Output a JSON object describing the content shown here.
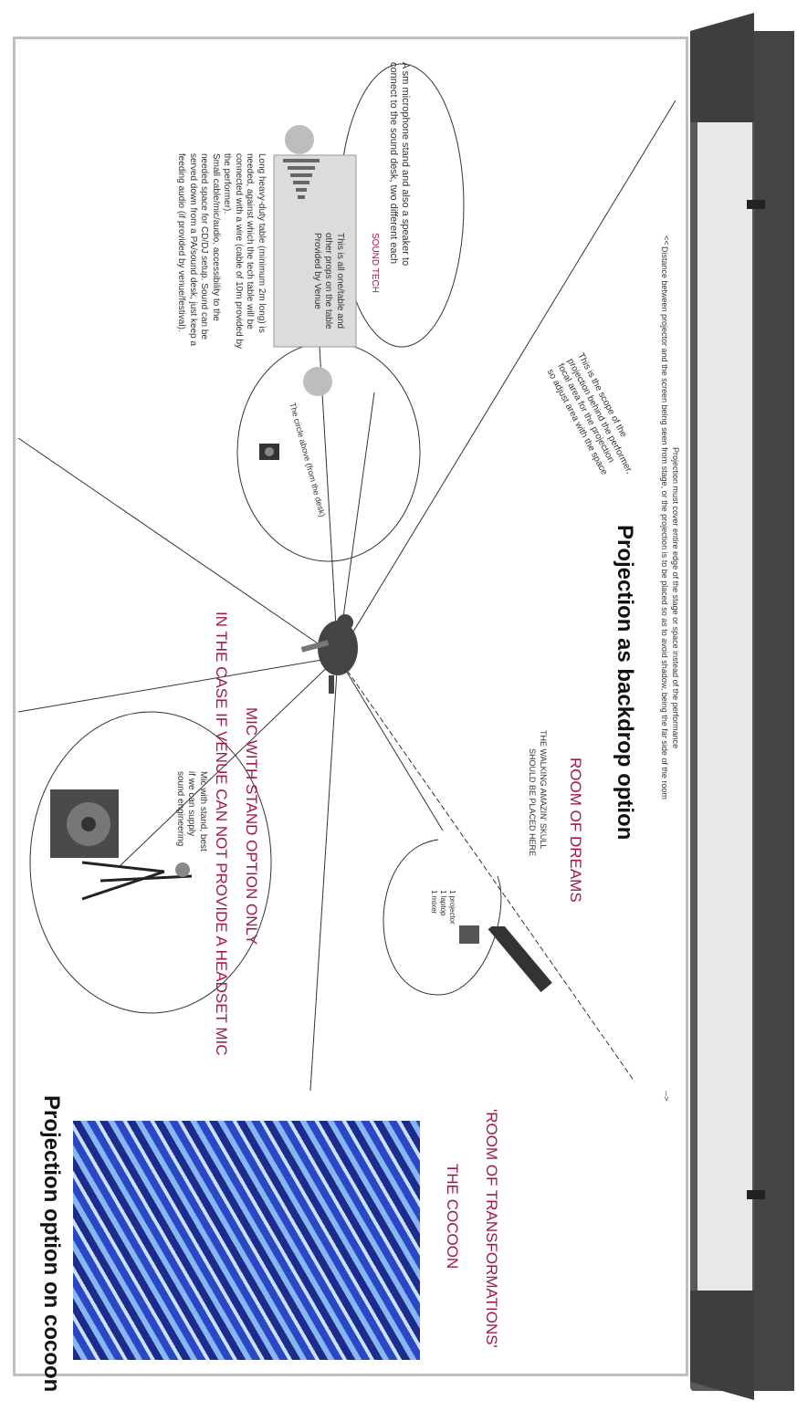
{
  "headings": {
    "backdrop": "Projection as backdrop option",
    "cocoon": "Projection option on cocoon"
  },
  "top_note": {
    "line1": "Projection must cover entire edge of the stage or space instead of the performance",
    "line2": "Distance between projector and the screen being seen from stage, or the projection is to be placed so as to avoid shadow, being the far side of the room"
  },
  "markers": {
    "left": "<<",
    "right": "-->"
  },
  "room_of_dreams": {
    "title": "ROOM OF DREAMS",
    "line1": "THE WALKING AMAZIN' SKULL",
    "line2": "SHOULD BE PLACED HERE"
  },
  "room_of_transformations": {
    "line1": "'ROOM OF TRANSFORMATIONS'",
    "line2": "THE COCOON"
  },
  "headset_notice": {
    "line1": "MIC WITH STAND OPTION ONLY",
    "line2": "IN THE CASE IF VENUE CAN NOT PROVIDE A HEADSET MIC"
  },
  "sound_tech": {
    "label": "SOUND TECH"
  },
  "mic_note": {
    "line1": "A sm microphone stand and also a speaker to",
    "line2": "connect to the sound desk, two different each"
  },
  "table_note": "This is all one/table and\nother props on the table\nProvided by Venue",
  "long_note": "Long heavy-duty table (minimum 2m long) is\nneeded, against which the tech table will be\nconnected with a wire (cable of 10m provided by\nthe performer).\nSmall cable/mic/audio, accessibility to the\nneeded space for CD/DJ setup. Sound can be\nserved down from a PA/sound desk, just keep a\nfeeding audio (if provided by venue/festival).",
  "scope_note": "This is the scope of the\nprojection behind the performer,\nfocal area for the projection\nso adjust area with the space",
  "mic_option_note": "Mic with stand, best\nif we can supply\nsound engineering",
  "desk_note": "1 projector\n1 laptop\n1 mixer",
  "circle_note": "The circle above (from the desk)",
  "colors": {
    "accent_red": "#a3164b",
    "rule": "#333333",
    "frame": "#bfbfbf",
    "bar": "#555555"
  },
  "icon_names": [
    "performer-figure-icon",
    "projector-icon",
    "speaker-icon",
    "mic-stand-icon",
    "dj-table-icon",
    "person-head-icon",
    "keyboard-icon",
    "camera-icon",
    "bar-graph-icon"
  ]
}
